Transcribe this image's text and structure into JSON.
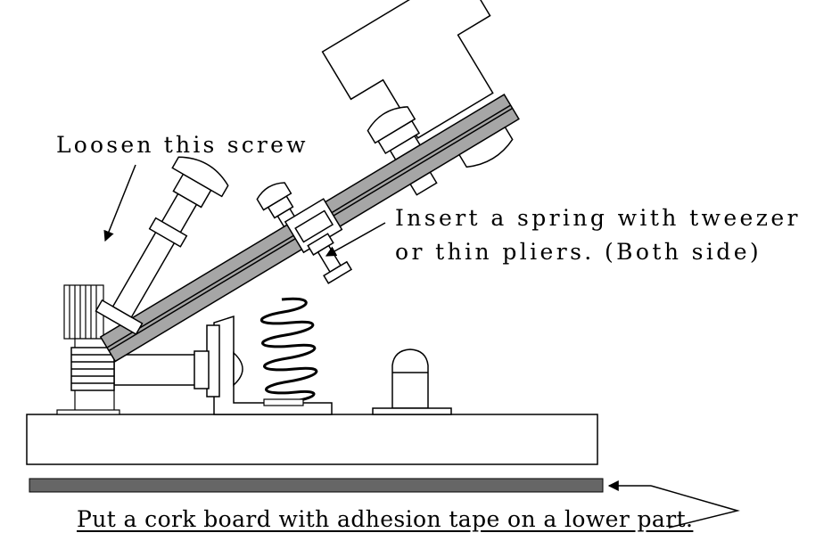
{
  "annotations": {
    "loosen_screw": "Loosen this screw",
    "spring_line1": "Insert a spring with tweezer",
    "spring_line2": "or thin pliers. (Both side)",
    "cork_board": "Put a cork board with adhesion tape on a lower part."
  },
  "colors": {
    "line": "#000000",
    "lever_fill": "#a6a6a6",
    "cork_fill": "#666666",
    "background": "#ffffff"
  },
  "icons": [
    "paddle-key-device",
    "thumbscrew-icon",
    "spring-icon",
    "arrow-icon"
  ]
}
